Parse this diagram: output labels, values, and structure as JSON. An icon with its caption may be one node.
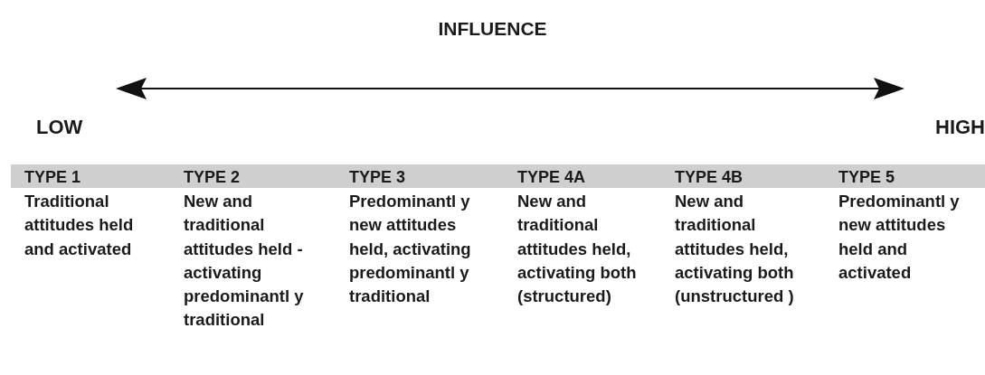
{
  "diagram": {
    "title": "INFLUENCE",
    "nodes": [
      {
        "text": [
          "TYPE 1",
          "Traditional attitudes held and activated"
        ]
      },
      {
        "text": [
          "TYPE 2",
          "New and traditional attitudes held - activating predominantl y traditional"
        ]
      },
      {
        "text": [
          "TYPE 3",
          "Predominantl y new attitudes held, activating predominantl y traditional"
        ]
      },
      {
        "text": [
          "TYPE 4A",
          "New and traditional attitudes held, activating both (structured)"
        ]
      },
      {
        "text": [
          "TYPE 4B",
          "New and traditional attitudes held, activating both (unstructured )"
        ]
      },
      {
        "text": [
          "TYPE 5",
          "Predominantl y new attitudes held and activated"
        ]
      }
    ],
    "edges": [],
    "labels": [
      "LOW",
      "HIGH"
    ]
  }
}
